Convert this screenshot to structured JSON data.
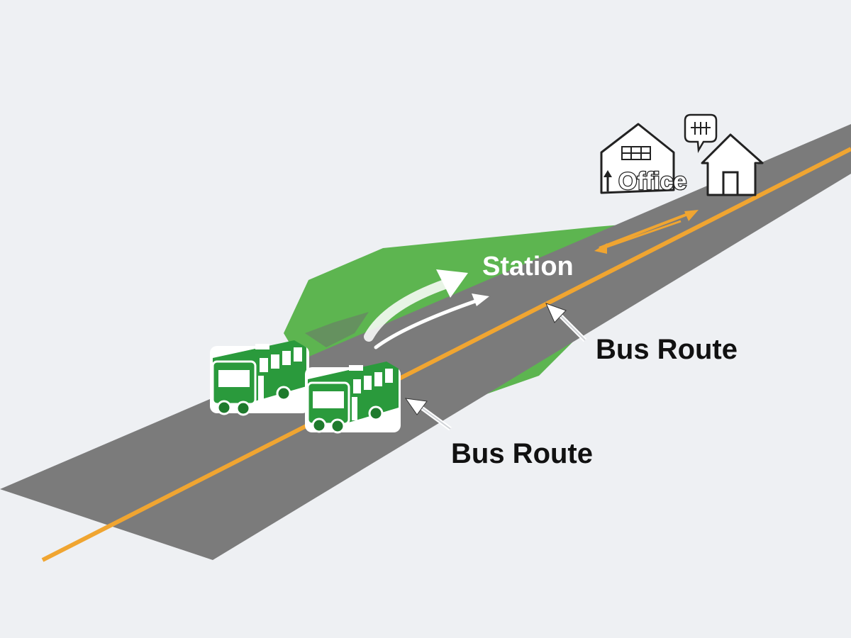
{
  "colors": {
    "background": "#eef0f3",
    "road": "#7b7b7b",
    "centerline": "#f0a531",
    "grass": "#5db550",
    "bus_body": "#2a9a3c",
    "bus_dark": "#1f7a2d",
    "label_dark": "#111111",
    "label_light": "#ffffff"
  },
  "labels": {
    "station": "Station",
    "bus_route_upper": "Bus Route",
    "bus_route_lower": "Bus Route",
    "office": "Office"
  },
  "icons": {
    "office_building": "office-building-icon",
    "house": "house-icon",
    "speech_bubble": "speech-bubble-icon",
    "bus": "bus-icon"
  }
}
